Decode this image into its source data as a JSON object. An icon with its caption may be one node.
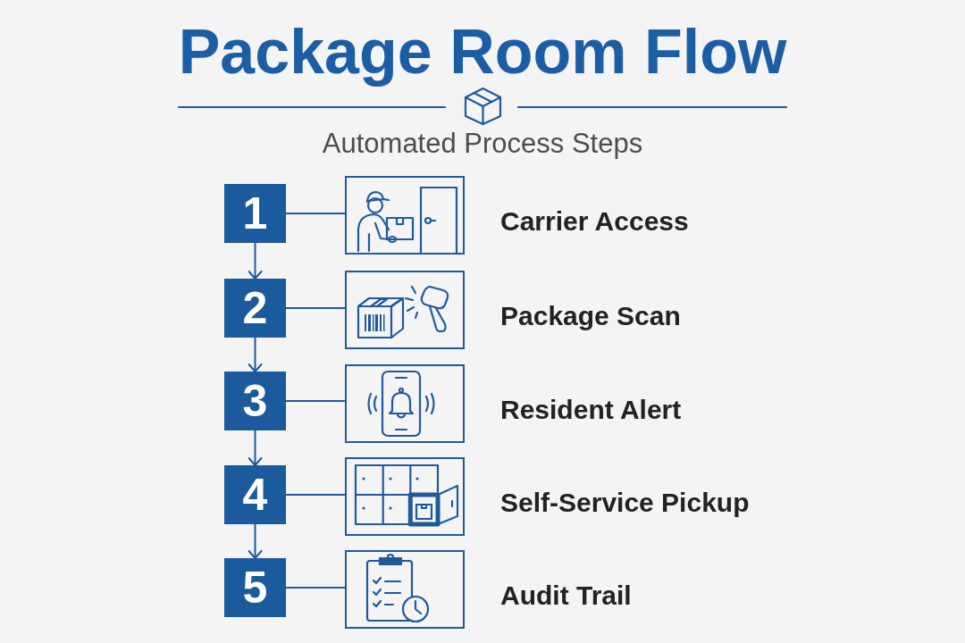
{
  "diagram": {
    "title": "Package Room Flow",
    "nodes": [
      {
        "text": [
          "1"
        ]
      },
      {
        "text": [],
        "shape": "picture",
        "beside": [
          "Carrier Access"
        ]
      },
      {
        "text": [
          "2"
        ]
      },
      {
        "text": [],
        "shape": "picture",
        "beside": [
          "Package Scan"
        ]
      },
      {
        "text": [
          "3"
        ]
      },
      {
        "text": [],
        "shape": "picture",
        "beside": [
          "Resident Alert"
        ]
      },
      {
        "text": [
          "4"
        ]
      },
      {
        "text": [],
        "shape": "picture",
        "beside": [
          "Self-Service Pickup"
        ]
      },
      {
        "text": [
          "5"
        ]
      },
      {
        "text": [],
        "shape": "picture",
        "beside": [
          "Audit Trail"
        ]
      }
    ],
    "edges": [
      {
        "from": 0,
        "to": 1,
        "arrow": "none"
      },
      {
        "from": 0,
        "to": 2,
        "arrow": "to"
      },
      {
        "from": 2,
        "to": 3,
        "arrow": "none"
      },
      {
        "from": 2,
        "to": 4,
        "arrow": "to"
      },
      {
        "from": 4,
        "to": 5,
        "arrow": "none"
      },
      {
        "from": 4,
        "to": 6,
        "arrow": "to"
      },
      {
        "from": 6,
        "to": 7,
        "arrow": "none"
      },
      {
        "from": 6,
        "to": 8,
        "arrow": "to"
      },
      {
        "from": 8,
        "to": 9,
        "arrow": "none"
      }
    ],
    "labels": [
      "Automated Process Steps"
    ]
  }
}
